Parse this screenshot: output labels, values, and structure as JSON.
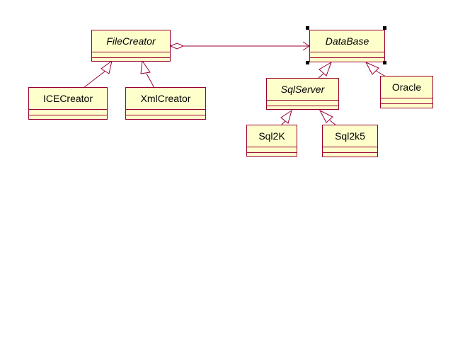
{
  "colors": {
    "box_fill": "#ffffcc",
    "box_border": "#990033",
    "line": "#990033",
    "background": "#ffffff"
  },
  "classes": {
    "file_creator": "FileCreator",
    "ice_creator": "ICECreator",
    "xml_creator": "XmlCreator",
    "database": "DataBase",
    "sql_server": "SqlServer",
    "oracle": "Oracle",
    "sql2k": "Sql2K",
    "sql2k5": "Sql2k5"
  },
  "relations": [
    {
      "type": "generalization",
      "from": "ice_creator",
      "to": "file_creator"
    },
    {
      "type": "generalization",
      "from": "xml_creator",
      "to": "file_creator"
    },
    {
      "type": "aggregation",
      "whole": "file_creator",
      "part": "database"
    },
    {
      "type": "generalization",
      "from": "sql_server",
      "to": "database"
    },
    {
      "type": "generalization",
      "from": "oracle",
      "to": "database"
    },
    {
      "type": "generalization",
      "from": "sql2k",
      "to": "sql_server"
    },
    {
      "type": "generalization",
      "from": "sql2k5",
      "to": "sql_server"
    }
  ],
  "selected": "database"
}
